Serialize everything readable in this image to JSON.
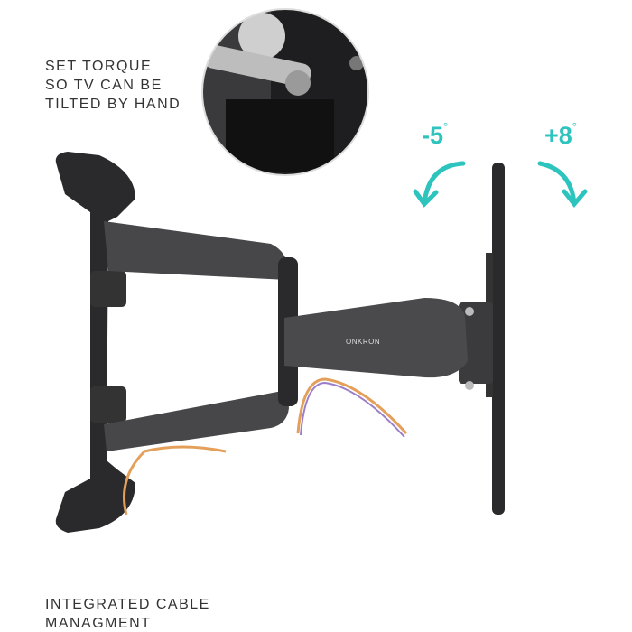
{
  "captions": {
    "torque": [
      "SET TORQUE",
      "SO TV CAN BE",
      "TILTED BY HAND"
    ],
    "cable": [
      "INTEGRATED CABLE",
      "MANAGMENT"
    ]
  },
  "tilt": {
    "down": {
      "value": "-5",
      "unit": "°"
    },
    "up": {
      "value": "+8",
      "unit": "°"
    }
  },
  "brand": "ONKRON",
  "colors": {
    "accent": "#2ec4be",
    "metal": "#2b2b2d",
    "text": "#333333"
  }
}
